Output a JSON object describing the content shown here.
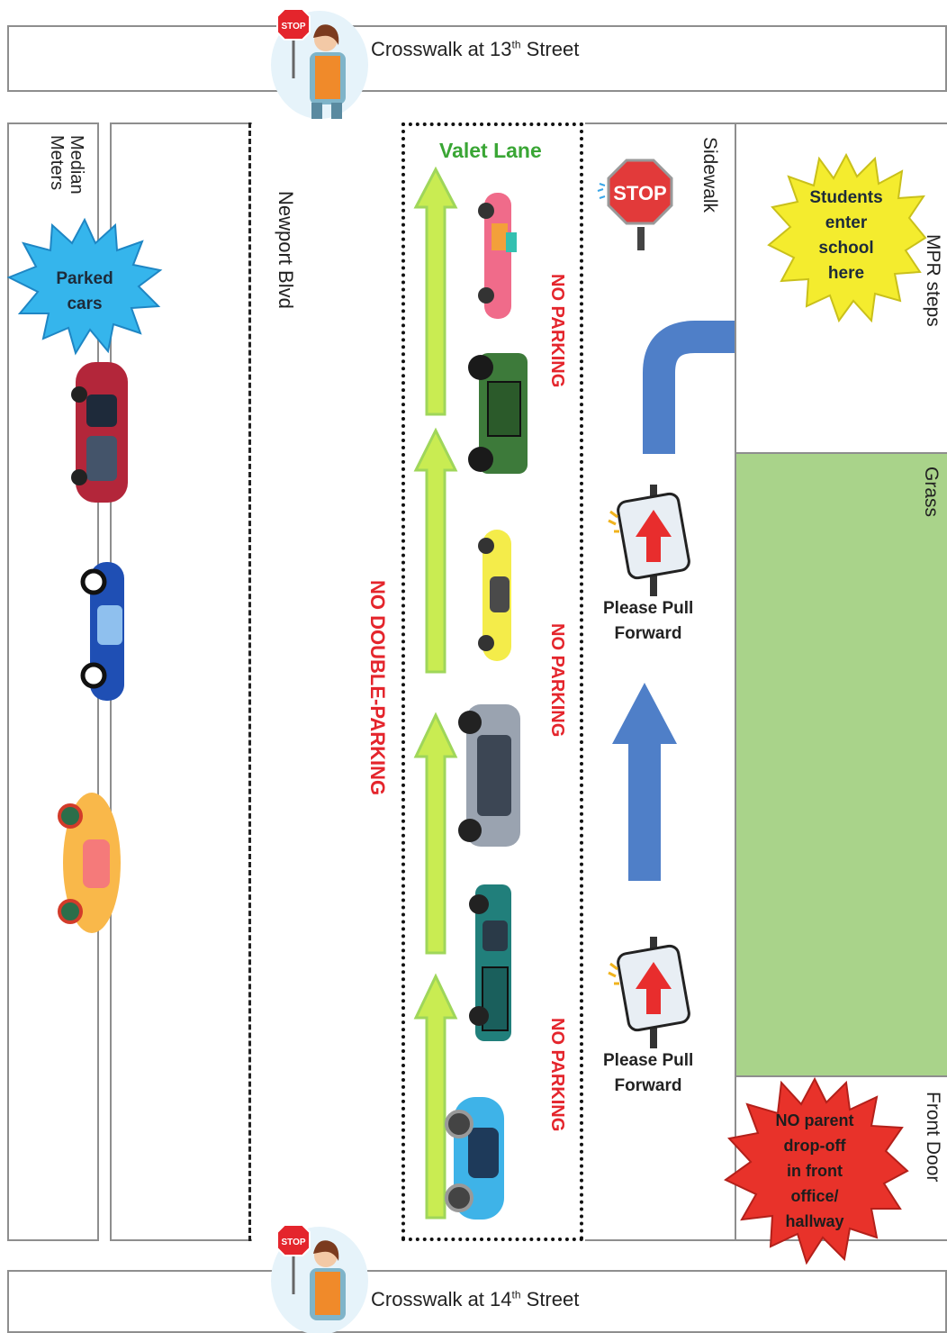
{
  "crosswalk_top": {
    "prefix": "Crosswalk at 13",
    "sup": "th",
    "suffix": " Street"
  },
  "crosswalk_bottom": {
    "prefix": "Crosswalk at 14",
    "sup": "th",
    "suffix": " Street"
  },
  "guard_sign": "STOP",
  "median_meters": [
    "Median",
    "Meters"
  ],
  "parked_cars_label": [
    "Parked",
    "cars"
  ],
  "newport_blvd": "Newport Blvd",
  "valet_lane": "Valet Lane",
  "no_double_parking": "NO DOUBLE-PARKING",
  "no_parking": [
    "NO PARKING",
    "NO PARKING",
    "NO PARKING"
  ],
  "stop_sign": "STOP",
  "sidewalk": "Sidewalk",
  "students_label": [
    "Students",
    "enter",
    "school",
    "here"
  ],
  "mpr_steps": "MPR steps",
  "grass": "Grass",
  "front_door": "Front Door",
  "pull_forward": [
    [
      "Please Pull",
      "Forward"
    ],
    [
      "Please Pull",
      "Forward"
    ]
  ],
  "no_dropoff": [
    "NO parent",
    "drop-off",
    "in front",
    "office/",
    "hallway"
  ],
  "colors": {
    "lane_arrow": "#9fd65a",
    "lane_arrow_core": "#c9ec52",
    "route_arrow": "#4f7fc8",
    "grass": "#a9d38a",
    "burst_blue": "#35b5ec",
    "burst_yellow": "#f4ec2e",
    "burst_red": "#e8322a",
    "no_parking_red": "#e4252c",
    "valet_green": "#3aa635"
  },
  "cars_valet": [
    "pink-convertible",
    "green-jeep",
    "yellow-sports-car",
    "silver-suv",
    "teal-pickup",
    "blue-hatchback"
  ],
  "cars_parked": [
    "red-minivan",
    "blue-sedan",
    "orange-beetle"
  ]
}
